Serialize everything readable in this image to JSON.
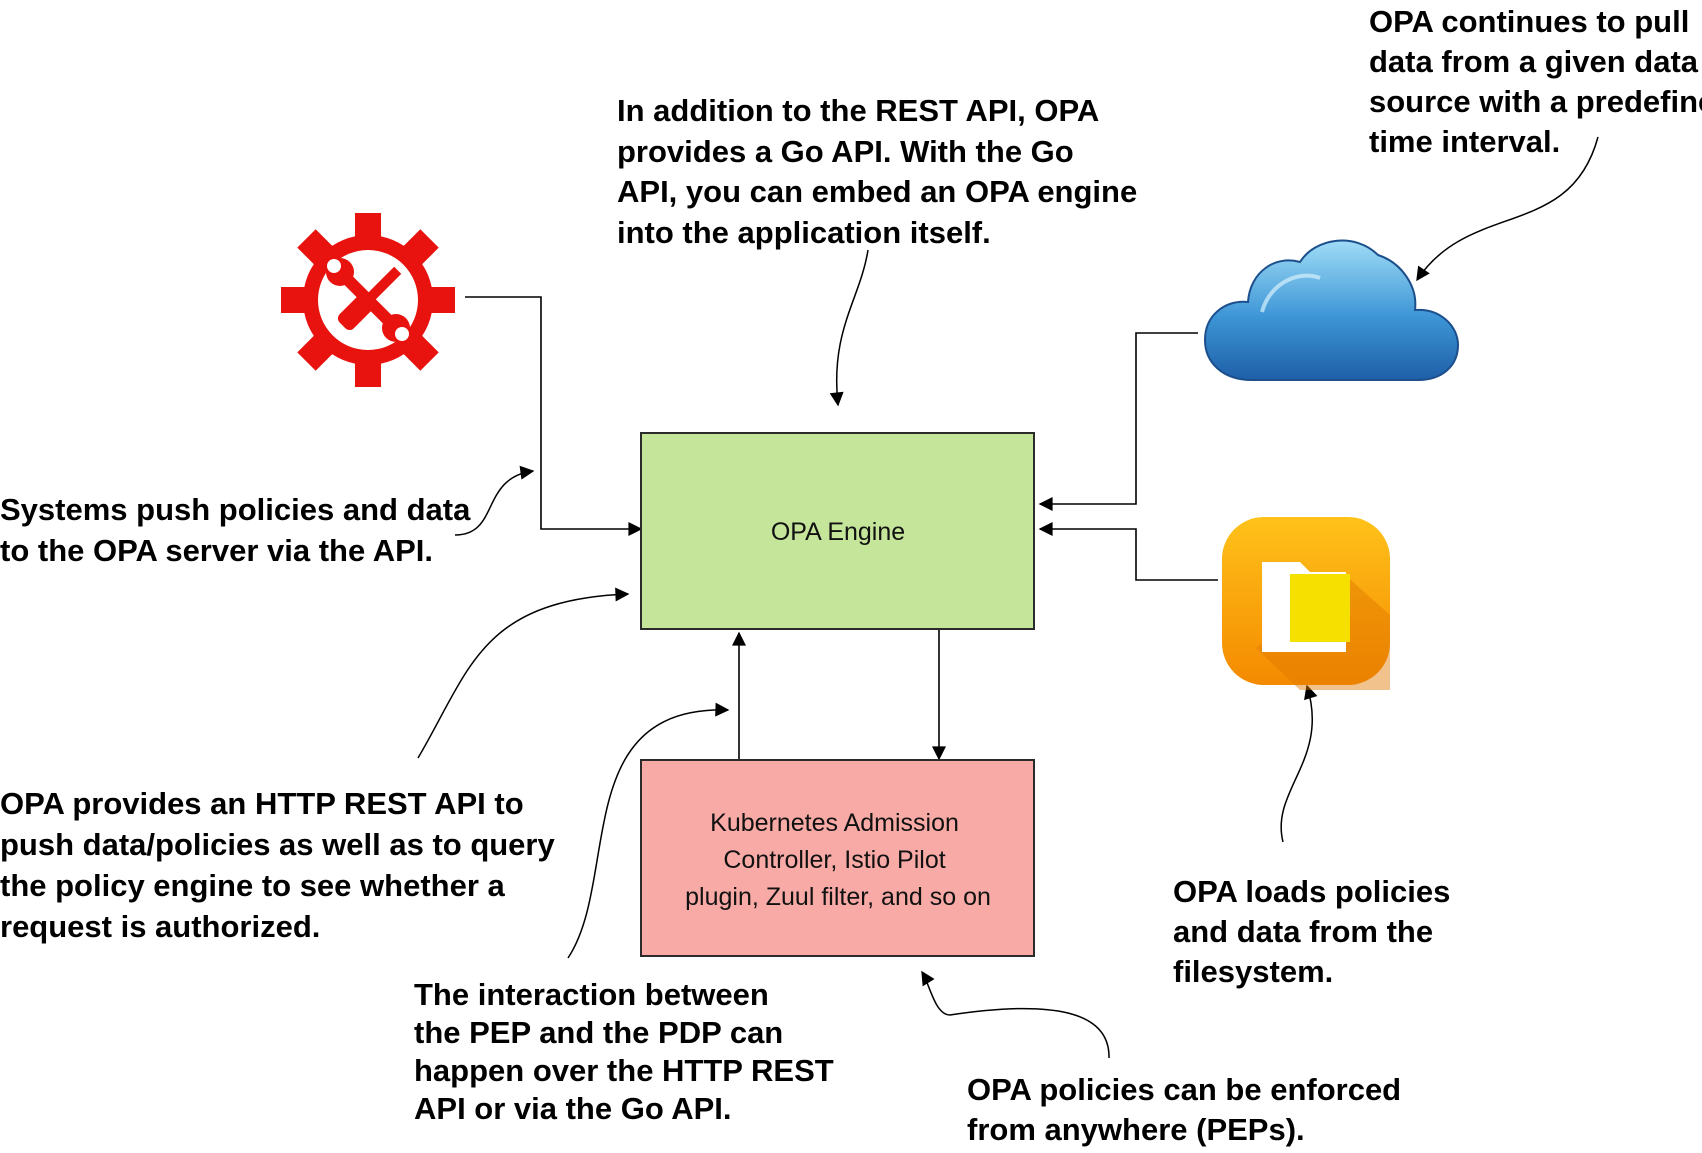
{
  "boxes": {
    "opa_engine": {
      "label": "OPA Engine",
      "fill": "#c5e69a",
      "stroke": "#2b2b2b"
    },
    "pep": {
      "lines": [
        "Kubernetes Admission",
        "Controller, Istio Pilot",
        "plugin, Zuul filter, and so on"
      ],
      "fill": "#f8aba6",
      "stroke": "#2b2b2b"
    }
  },
  "icons": {
    "gear": {
      "name": "gear-tools-icon",
      "color": "#e8130e"
    },
    "cloud": {
      "name": "cloud-icon",
      "color": "#2f78c4"
    },
    "folder": {
      "name": "folder-app-icon",
      "color": "#f7a400"
    }
  },
  "annotations": {
    "go_api": {
      "lines": [
        "In addition to the REST API, OPA",
        "provides a Go API. With the Go",
        "API, you can embed an OPA engine",
        "into the application itself."
      ]
    },
    "pull_data": {
      "lines": [
        "OPA continues to pull",
        "data from a given data",
        "source with a predefined",
        "time interval."
      ]
    },
    "systems_push": {
      "lines": [
        "Systems push policies and data",
        "to the OPA server via the API."
      ]
    },
    "rest_api": {
      "lines": [
        "OPA provides an HTTP REST API to",
        "push data/policies as well as to query",
        "the policy engine to see whether a",
        "request is authorized."
      ]
    },
    "filesystem": {
      "lines": [
        "OPA loads policies",
        "and data from the",
        "filesystem."
      ]
    },
    "pep_pdp": {
      "lines": [
        "The interaction between",
        "the PEP and the PDP can",
        "happen over the HTTP REST",
        "API or via the Go API."
      ]
    },
    "enforce": {
      "lines": [
        "OPA policies can be enforced",
        "from anywhere (PEPs)."
      ]
    }
  }
}
